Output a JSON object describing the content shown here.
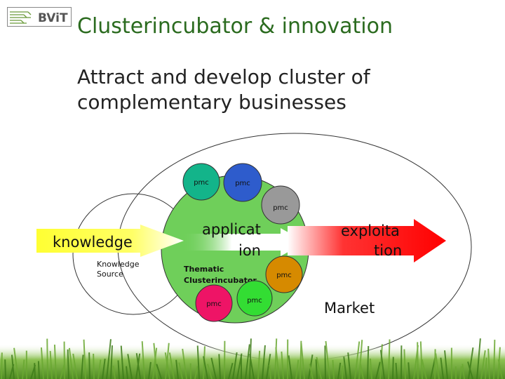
{
  "slide": {
    "title": "Clusterincubator & innovation",
    "subtitle": "Attract and develop cluster of complementary businesses"
  },
  "logo": {
    "text": "BViT"
  },
  "diagram": {
    "knowledge_arrow": "knowledge",
    "knowledge_source": [
      "Knowledge",
      "Source"
    ],
    "application_arrow": [
      "applicat",
      "ion"
    ],
    "exploitation_arrow": [
      "exploita",
      "tion"
    ],
    "incubator_label": [
      "Thematic",
      "Clusterincubator"
    ],
    "market_label": "Market",
    "pmc_label": "pmc",
    "colors": {
      "incubator_fill": "#6fcf5a",
      "knowledge_arrow": "#ffff33",
      "exploitation_arrow": "#ff0000",
      "pmc_teal": "#13b48a",
      "pmc_blue": "#2e5ccc",
      "pmc_gray": "#999999",
      "pmc_orange": "#d68a00",
      "pmc_pink": "#ee1466",
      "pmc_green": "#33dd33"
    }
  }
}
